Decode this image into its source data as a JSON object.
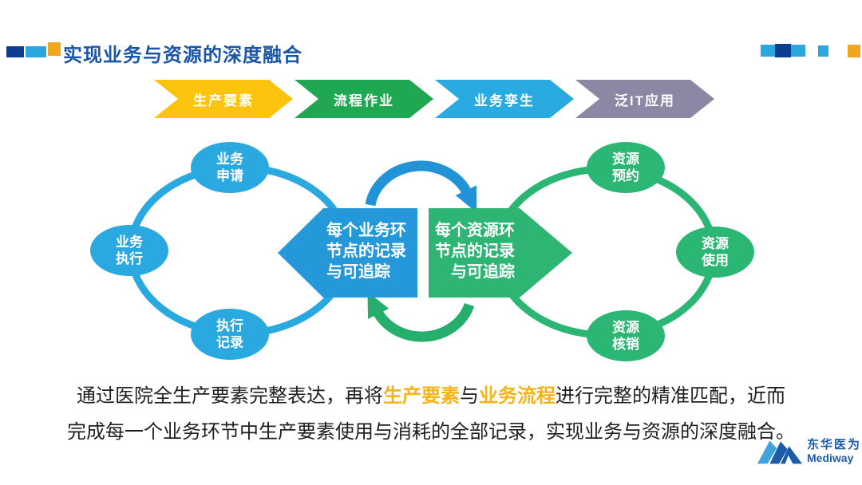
{
  "header": {
    "title": "实现业务与资源的深度融合",
    "title_color": "#1b55a8",
    "accent_colors": {
      "navy": "#0d3d91",
      "light_blue": "#2aa7df",
      "gold": "#f0a71e"
    }
  },
  "flow_steps": [
    {
      "label": "生产要素",
      "color": "#fcc30f"
    },
    {
      "label": "流程作业",
      "color": "#1fa751"
    },
    {
      "label": "业务孪生",
      "color": "#29abe2"
    },
    {
      "label": "泛IT应用",
      "color": "#8d87a6"
    }
  ],
  "left_cycle": {
    "color": "#29a9e0",
    "nodes": [
      {
        "line1": "业务",
        "line2": "申请"
      },
      {
        "line1": "业务",
        "line2": "执行"
      },
      {
        "line1": "执行",
        "line2": "记录"
      }
    ],
    "arrow": {
      "lines": [
        "每个业务环",
        "节点的记录",
        "与可追踪"
      ],
      "color": "#2598da"
    }
  },
  "right_cycle": {
    "color": "#2cb674",
    "nodes": [
      {
        "line1": "资源",
        "line2": "预约"
      },
      {
        "line1": "资源",
        "line2": "使用"
      },
      {
        "line1": "资源",
        "line2": "核销"
      }
    ],
    "arrow": {
      "lines": [
        "每个资源环",
        "节点的记录",
        "与可追踪"
      ],
      "color": "#2eb573"
    }
  },
  "caption": {
    "line1": [
      {
        "text": "通过医院全生产要素完整表达，再将"
      },
      {
        "text": "生产要素"
      },
      {
        "text": "与"
      },
      {
        "text": "业务流程"
      },
      {
        "text": "进行完整的精准匹配，近而"
      }
    ],
    "line2": "完成每一个业务环节中生产要素使用与消耗的全部记录，实现业务与资源的深度融合。",
    "highlight_color": "#f7b418"
  },
  "logo": {
    "name_cn": "东华医为",
    "name_en": "Mediway",
    "color": "#1d5ca8"
  }
}
